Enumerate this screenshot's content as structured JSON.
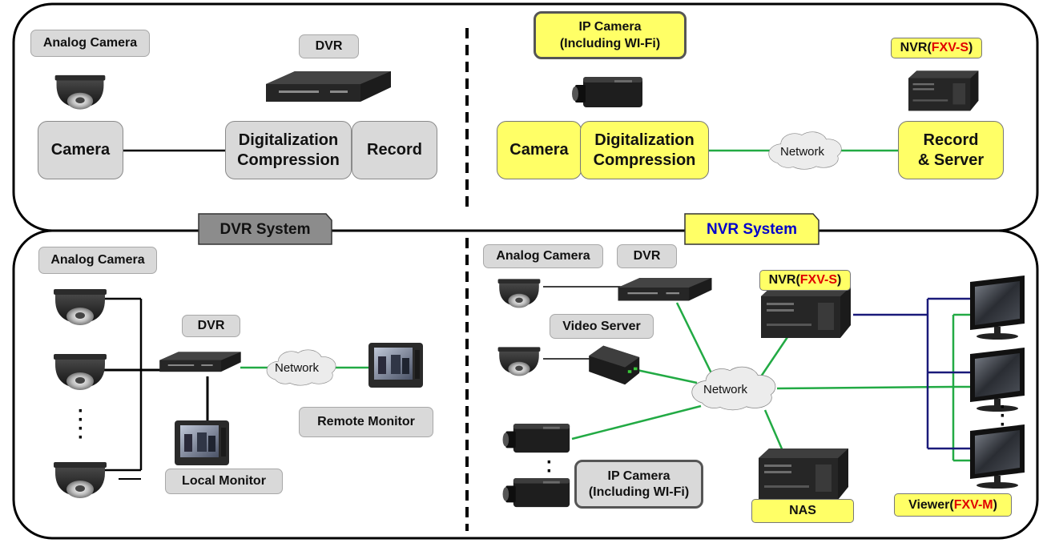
{
  "colors": {
    "gray_box": "#d9d9d9",
    "yellow_box": "#ffff66",
    "green_line": "#22aa44",
    "blue_line": "#1a1a7a",
    "red_text": "#e00000",
    "nvr_tab_text": "#0000cc"
  },
  "dvr_top": {
    "analog_camera": "Analog Camera",
    "dvr": "DVR",
    "camera": "Camera",
    "digitalization": "Digitalization",
    "compression": "Compression",
    "record": "Record"
  },
  "nvr_top": {
    "ip_camera_line1": "IP Camera",
    "ip_camera_line2": "(Including WI-Fi)",
    "nvr_label": "NVR(",
    "nvr_model": "FXV-S",
    "nvr_close": ")",
    "camera": "Camera",
    "digitalization": "Digitalization",
    "compression": "Compression",
    "network": "Network",
    "record_line1": "Record",
    "record_line2": "& Server"
  },
  "tabs": {
    "dvr_system": "DVR System",
    "nvr_system": "NVR System"
  },
  "dvr_bottom": {
    "analog_camera": "Analog Camera",
    "dvr": "DVR",
    "network": "Network",
    "remote_monitor": "Remote Monitor",
    "local_monitor": "Local Monitor"
  },
  "nvr_bottom": {
    "analog_camera": "Analog Camera",
    "dvr": "DVR",
    "nvr_label": "NVR(",
    "nvr_model": "FXV-S",
    "nvr_close": ")",
    "video_server": "Video Server",
    "network": "Network",
    "ip_camera_line1": "IP Camera",
    "ip_camera_line2": "(Including WI-Fi)",
    "nas": "NAS",
    "viewer_label": "Viewer(",
    "viewer_model": "FXV-M",
    "viewer_close": ")"
  },
  "icons": [
    "dome-camera-icon",
    "box-camera-icon",
    "dvr-recorder-icon",
    "rack-server-icon",
    "video-server-icon",
    "crt-monitor-icon",
    "lcd-monitor-icon",
    "network-cloud-icon"
  ]
}
